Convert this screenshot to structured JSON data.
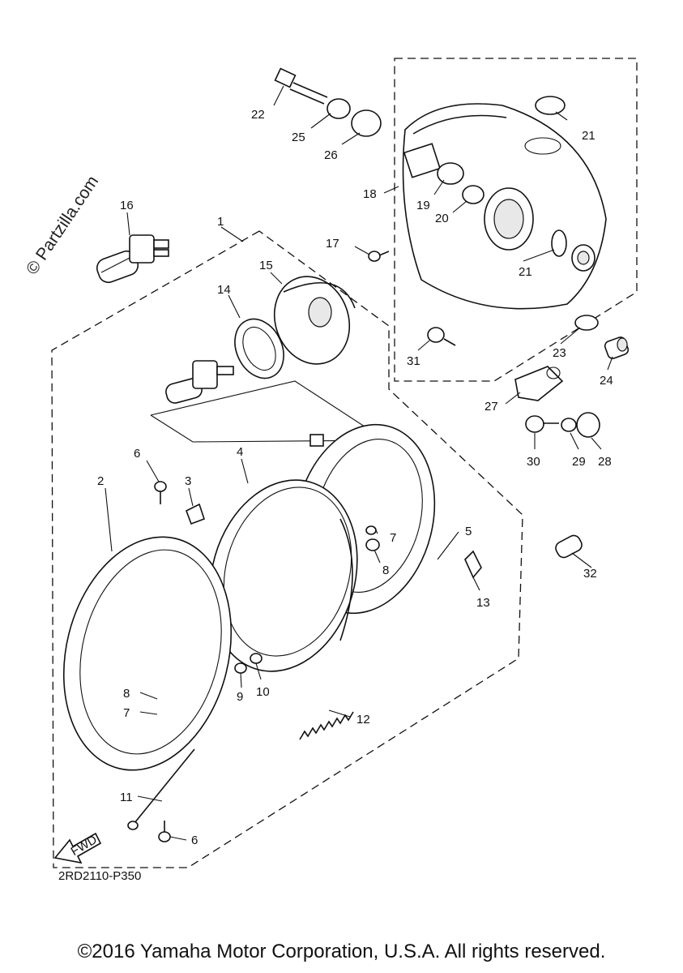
{
  "watermark": "© Partzilla.com",
  "diagram_code": "2RD2110-P350",
  "direction_label": "FWD",
  "copyright": "©2016 Yamaha Motor Corporation, U.S.A. All rights reserved.",
  "callouts": {
    "c1": "1",
    "c2": "2",
    "c3": "3",
    "c4": "4",
    "c5": "5",
    "c6a": "6",
    "c6b": "6",
    "c7a": "7",
    "c7b": "7",
    "c8a": "8",
    "c8b": "8",
    "c9": "9",
    "c10": "10",
    "c11": "11",
    "c12": "12",
    "c13": "13",
    "c14": "14",
    "c15": "15",
    "c16": "16",
    "c17": "17",
    "c18": "18",
    "c19": "19",
    "c20": "20",
    "c21a": "21",
    "c21b": "21",
    "c22": "22",
    "c23": "23",
    "c24": "24",
    "c25": "25",
    "c26": "26",
    "c27": "27",
    "c28": "28",
    "c29": "29",
    "c30": "30",
    "c31": "31",
    "c32": "32"
  },
  "colors": {
    "ink": "#111111",
    "paper": "#ffffff"
  }
}
